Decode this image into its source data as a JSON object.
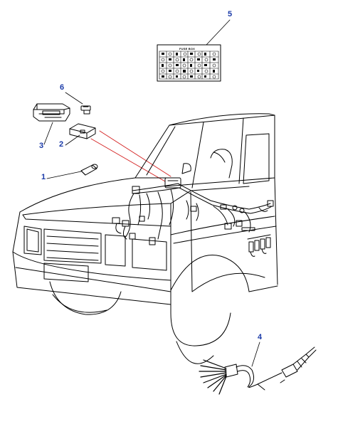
{
  "callouts": [
    {
      "id": "5",
      "label": "5"
    },
    {
      "id": "6",
      "label": "6"
    },
    {
      "id": "3",
      "label": "3"
    },
    {
      "id": "2",
      "label": "2"
    },
    {
      "id": "1",
      "label": "1"
    },
    {
      "id": "4",
      "label": "4"
    }
  ],
  "fuse_box": {
    "title": "FUSE BOX"
  },
  "colors": {
    "callout": "#1a3aa8",
    "line": "#000000",
    "highlight": "#d42020"
  }
}
